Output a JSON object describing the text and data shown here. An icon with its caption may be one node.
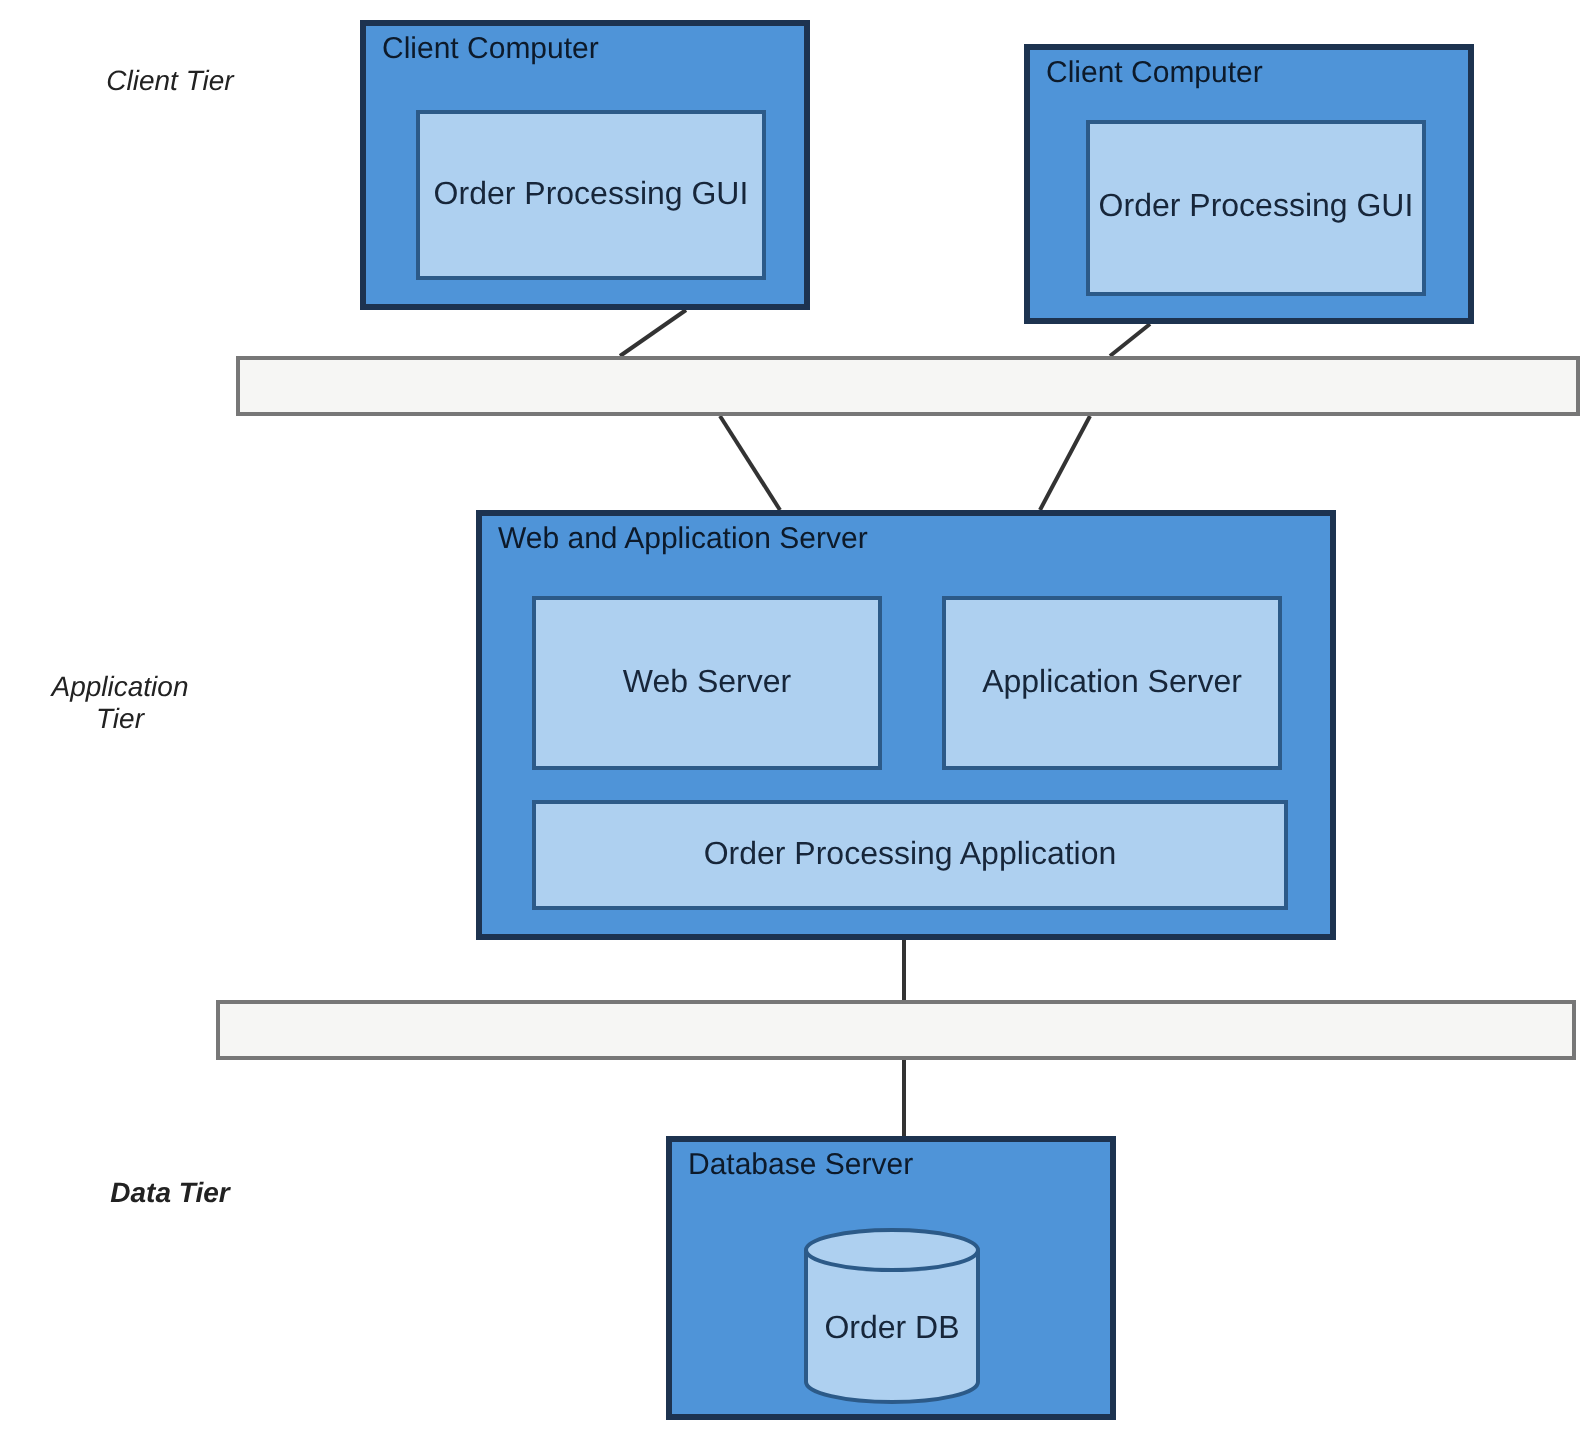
{
  "diagram": {
    "nodes": [
      {
        "text": [
          "Client Computer"
        ]
      },
      {
        "text": [
          "Order Processing GUI"
        ],
        "in": 0
      },
      {
        "text": [
          "Client Computer"
        ]
      },
      {
        "text": [
          "Order Processing GUI"
        ],
        "in": 2
      },
      {
        "text": [],
        "shape": "bar"
      },
      {
        "text": [
          "Web and Application Server"
        ]
      },
      {
        "text": [
          "Web Server"
        ],
        "in": 5
      },
      {
        "text": [
          "Application Server"
        ],
        "in": 5
      },
      {
        "text": [
          "Order Processing Application"
        ],
        "in": 5
      },
      {
        "text": [],
        "shape": "bar"
      },
      {
        "text": [
          "Database Server"
        ]
      },
      {
        "text": [
          "Order DB"
        ],
        "in": 10
      }
    ],
    "edges": [
      {
        "from": 0,
        "to": 4,
        "arrow": "none"
      },
      {
        "from": 2,
        "to": 4,
        "arrow": "none"
      },
      {
        "from": 4,
        "to": 5,
        "arrow": "none"
      },
      {
        "from": 4,
        "to": 5,
        "arrow": "none"
      },
      {
        "from": 5,
        "to": 9,
        "arrow": "none"
      },
      {
        "from": 9,
        "to": 10,
        "arrow": "none"
      }
    ],
    "labels": [
      "Client Tier",
      "Application Tier",
      "Data Tier"
    ]
  }
}
